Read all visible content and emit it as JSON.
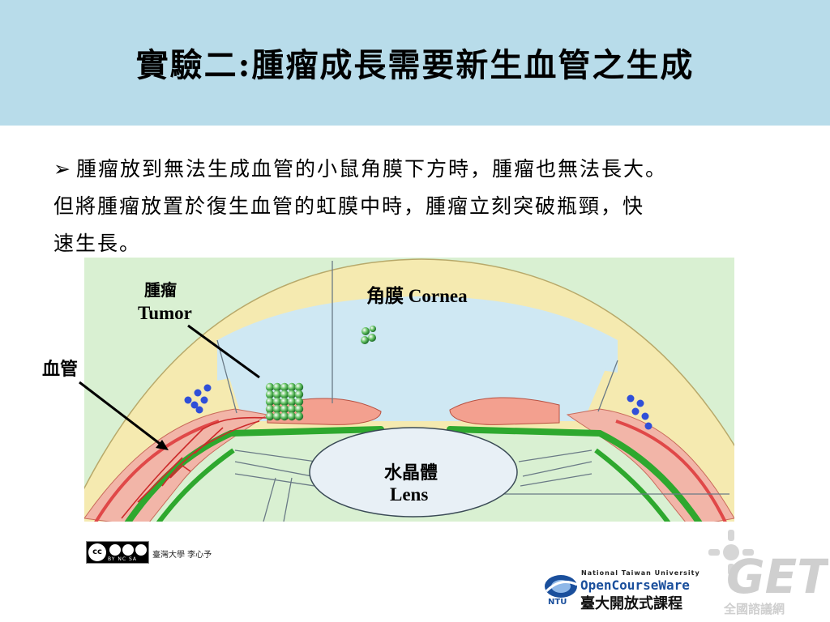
{
  "slide": {
    "title": "實驗二:腫瘤成長需要新生血管之生成",
    "bullet_symbol": "➢",
    "paragraph_line1": "腫瘤放到無法生成血管的小鼠角膜下方時，腫瘤也無法長大。",
    "paragraph_line2": "但將腫瘤放置於復生血管的虹膜中時，腫瘤立刻突破瓶頸，快",
    "paragraph_line3": "速生長。"
  },
  "diagram": {
    "tumor_label_zh": "腫瘤",
    "tumor_label_en": "Tumor",
    "cornea_label": "角膜 Cornea",
    "vessel_label": "血管",
    "lens_label_zh": "水晶體",
    "lens_label_en": "Lens"
  },
  "footer": {
    "license_cc": "cc",
    "license_tags": "BY  NC  SA",
    "credit": "臺灣大學 李心予",
    "ntu_name": "National Taiwan University",
    "ocw_en": "OpenCourseWare",
    "ocw_zh": "臺大開放式課程",
    "ntu_abbr": "NTU",
    "get_text": "全國諮議網"
  },
  "colors": {
    "header_bg": "#b8dcea",
    "cornea": "#f5eab0",
    "aqueous": "#cfe8f3",
    "iris": "#f3a08f",
    "iris_green": "#2ea82e",
    "lens": "#e8f0f6",
    "vitreous": "#d9f0d2",
    "blood": "#cc2a2a",
    "dots_blue": "#2f4fd8",
    "tumor_green": "#2f8a3a"
  }
}
